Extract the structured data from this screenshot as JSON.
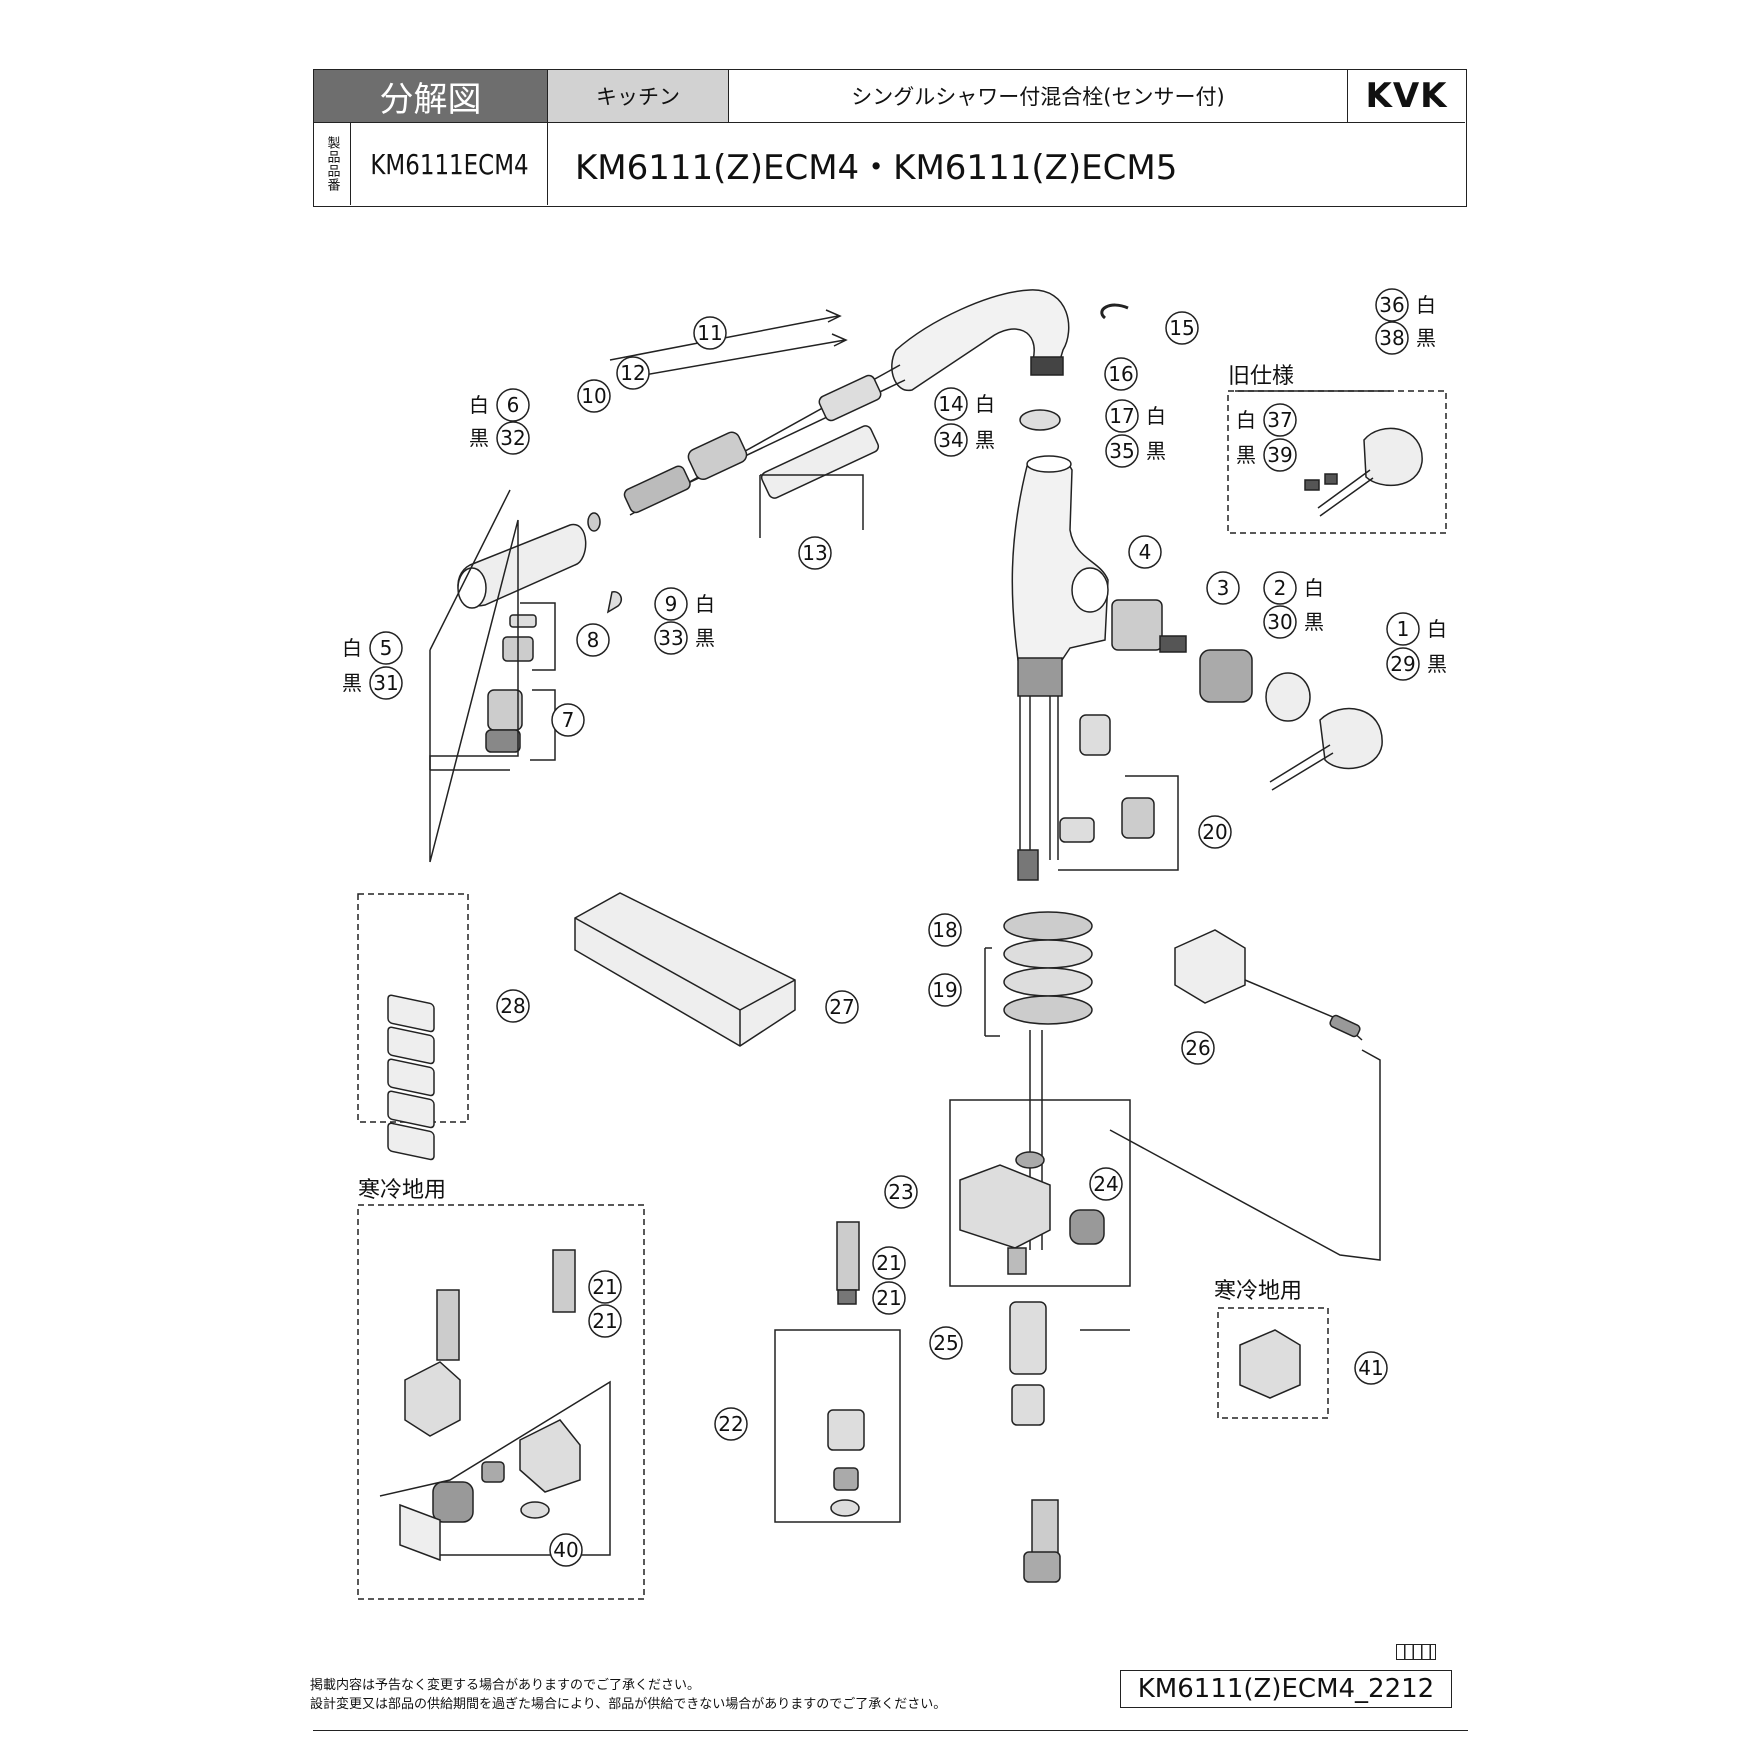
{
  "header": {
    "doc_type": "分解図",
    "category": "キッチン",
    "description": "シングルシャワー付混合栓(センサー付)",
    "brand": "KVK",
    "product_label": "製品品番",
    "product_code": "KM6111ECM4",
    "models": "KM6111(Z)ECM4・KM6111(Z)ECM5"
  },
  "labels": {
    "old_spec": "旧仕様",
    "cold_region_left": "寒冷地用",
    "cold_region_right": "寒冷地用"
  },
  "callouts": [
    {
      "n": "1",
      "color": "白"
    },
    {
      "n": "29",
      "color": "黒"
    },
    {
      "n": "2",
      "color": "白"
    },
    {
      "n": "30",
      "color": "黒"
    },
    {
      "n": "3"
    },
    {
      "n": "4"
    },
    {
      "n": "5",
      "color": "白"
    },
    {
      "n": "31",
      "color": "黒"
    },
    {
      "n": "6",
      "color": "白"
    },
    {
      "n": "32",
      "color": "黒"
    },
    {
      "n": "7"
    },
    {
      "n": "8"
    },
    {
      "n": "9",
      "color": "白"
    },
    {
      "n": "33",
      "color": "黒"
    },
    {
      "n": "10"
    },
    {
      "n": "11"
    },
    {
      "n": "12"
    },
    {
      "n": "13"
    },
    {
      "n": "14",
      "color": "白"
    },
    {
      "n": "34",
      "color": "黒"
    },
    {
      "n": "15"
    },
    {
      "n": "16"
    },
    {
      "n": "17",
      "color": "白"
    },
    {
      "n": "35",
      "color": "黒"
    },
    {
      "n": "18"
    },
    {
      "n": "19"
    },
    {
      "n": "20"
    },
    {
      "n": "21"
    },
    {
      "n": "22"
    },
    {
      "n": "23"
    },
    {
      "n": "24"
    },
    {
      "n": "25"
    },
    {
      "n": "26"
    },
    {
      "n": "27"
    },
    {
      "n": "28"
    },
    {
      "n": "36",
      "color": "白"
    },
    {
      "n": "38",
      "color": "黒"
    },
    {
      "n": "37",
      "color": "白"
    },
    {
      "n": "39",
      "color": "黒"
    },
    {
      "n": "40"
    },
    {
      "n": "41"
    }
  ],
  "footer": {
    "note1": "掲載内容は予告なく変更する場合がありますのでご了承ください。",
    "note2": "設計変更又は部品の供給期間を過ぎた場合により、部品が供給できない場合がありますのでご了承ください。",
    "doc_code": "KM6111(Z)ECM4_2212"
  }
}
